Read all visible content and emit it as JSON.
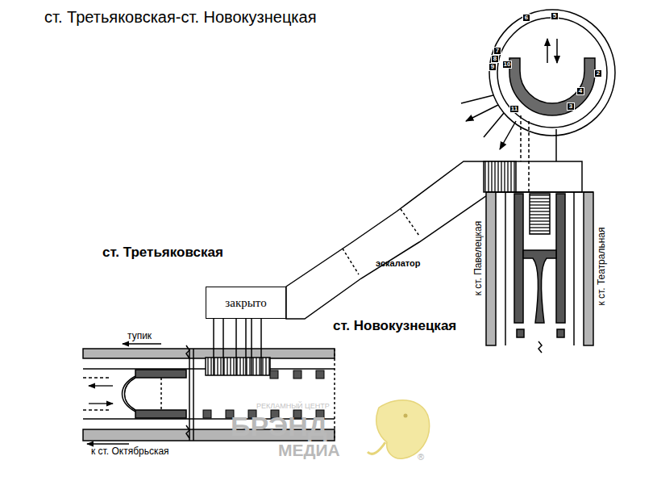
{
  "diagram": {
    "title": "ст. Третьяковская-ст. Новокузнецкая",
    "nodes": [
      {
        "text": [
          "6"
        ]
      },
      {
        "text": [
          "5"
        ]
      },
      {
        "text": [
          "7"
        ]
      },
      {
        "text": [
          "8"
        ]
      },
      {
        "text": [
          "9"
        ]
      },
      {
        "text": [
          "10"
        ]
      },
      {
        "text": [
          "2"
        ]
      },
      {
        "text": [
          "4"
        ]
      },
      {
        "text": [
          "3"
        ]
      },
      {
        "text": [
          "11"
        ]
      },
      {
        "text": [
          "закрыто"
        ]
      }
    ],
    "labels": [
      "ст. Третьяковская",
      "эскалатор",
      "ст. Новокузнецкая",
      "тупик",
      "к ст. Октябрьская",
      "к ст. Павелецкая",
      "к ст. Театральная",
      "РЕКЛАМНЫЙ ЦЕНТР",
      "БРЭНД",
      "МЕДИА",
      "®"
    ]
  }
}
